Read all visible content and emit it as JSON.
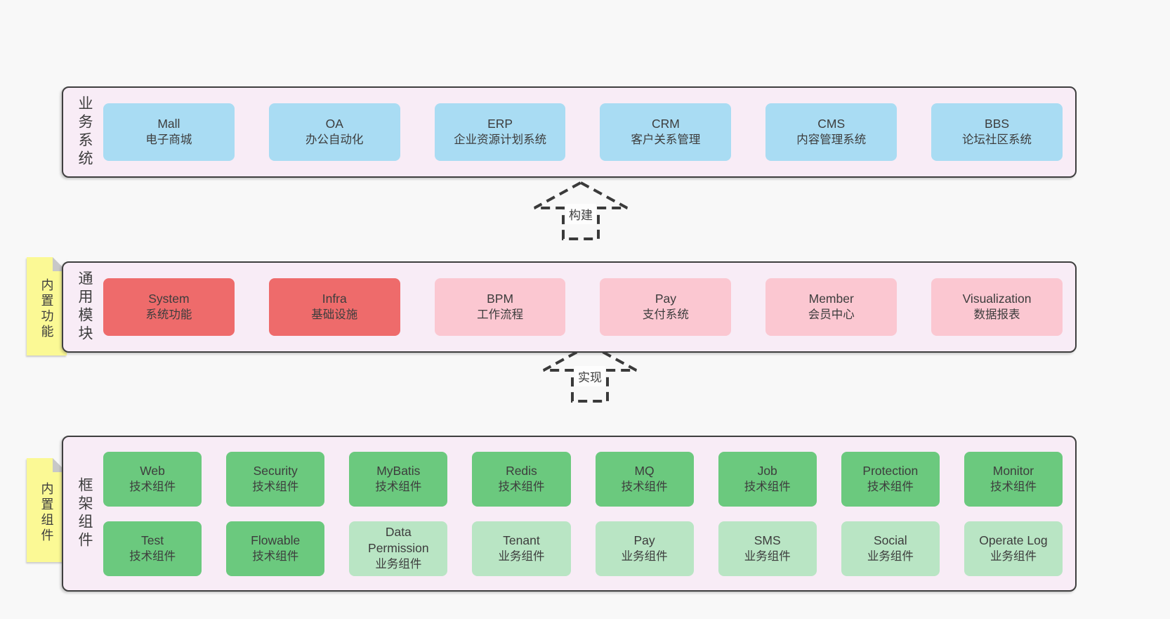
{
  "diagram": {
    "colors": {
      "page": "#f8f8f8",
      "panel": "#f8ecf6",
      "border": "#3f3f3f",
      "text": "#3d3d3d",
      "blue": "#a9dcf3",
      "red": "#ee6b6b",
      "pink": "#fbc7d1",
      "green": "#6bc97e",
      "lightgreen": "#b9e5c4",
      "sticky": "#fbf995"
    },
    "bands": [
      {
        "side_label": "业务系统",
        "boxes": [
          {
            "en": "Mall",
            "zh": "电子商城",
            "variant": "blue"
          },
          {
            "en": "OA",
            "zh": "办公自动化",
            "variant": "blue"
          },
          {
            "en": "ERP",
            "zh": "企业资源计划系统",
            "variant": "blue"
          },
          {
            "en": "CRM",
            "zh": "客户关系管理",
            "variant": "blue"
          },
          {
            "en": "CMS",
            "zh": "内容管理系统",
            "variant": "blue"
          },
          {
            "en": "BBS",
            "zh": "论坛社区系统",
            "variant": "blue"
          }
        ]
      },
      {
        "side_label": "通用模块",
        "boxes": [
          {
            "en": "System",
            "zh": "系统功能",
            "variant": "red"
          },
          {
            "en": "Infra",
            "zh": "基础设施",
            "variant": "red"
          },
          {
            "en": "BPM",
            "zh": "工作流程",
            "variant": "pink"
          },
          {
            "en": "Pay",
            "zh": "支付系统",
            "variant": "pink"
          },
          {
            "en": "Member",
            "zh": "会员中心",
            "variant": "pink"
          },
          {
            "en": "Visualization",
            "zh": "数据报表",
            "variant": "pink"
          }
        ]
      },
      {
        "side_label": "框架组件",
        "rows": [
          [
            {
              "en": "Web",
              "zh": "技术组件",
              "variant": "green"
            },
            {
              "en": "Security",
              "zh": "技术组件",
              "variant": "green"
            },
            {
              "en": "MyBatis",
              "zh": "技术组件",
              "variant": "green"
            },
            {
              "en": "Redis",
              "zh": "技术组件",
              "variant": "green"
            },
            {
              "en": "MQ",
              "zh": "技术组件",
              "variant": "green"
            },
            {
              "en": "Job",
              "zh": "技术组件",
              "variant": "green"
            },
            {
              "en": "Protection",
              "zh": "技术组件",
              "variant": "green"
            },
            {
              "en": "Monitor",
              "zh": "技术组件",
              "variant": "green"
            }
          ],
          [
            {
              "en": "Test",
              "zh": "技术组件",
              "variant": "green"
            },
            {
              "en": "Flowable",
              "zh": "技术组件",
              "variant": "green"
            },
            {
              "en": "Data Permission",
              "zh": "业务组件",
              "variant": "lightgreen"
            },
            {
              "en": "Tenant",
              "zh": "业务组件",
              "variant": "lightgreen"
            },
            {
              "en": "Pay",
              "zh": "业务组件",
              "variant": "lightgreen"
            },
            {
              "en": "SMS",
              "zh": "业务组件",
              "variant": "lightgreen"
            },
            {
              "en": "Social",
              "zh": "业务组件",
              "variant": "lightgreen"
            },
            {
              "en": "Operate Log",
              "zh": "业务组件",
              "variant": "lightgreen"
            }
          ]
        ]
      }
    ],
    "arrows": [
      {
        "label": "构建"
      },
      {
        "label": "实现"
      }
    ],
    "stickies": [
      {
        "label": "内置功能"
      },
      {
        "label": "内置组件"
      }
    ]
  }
}
